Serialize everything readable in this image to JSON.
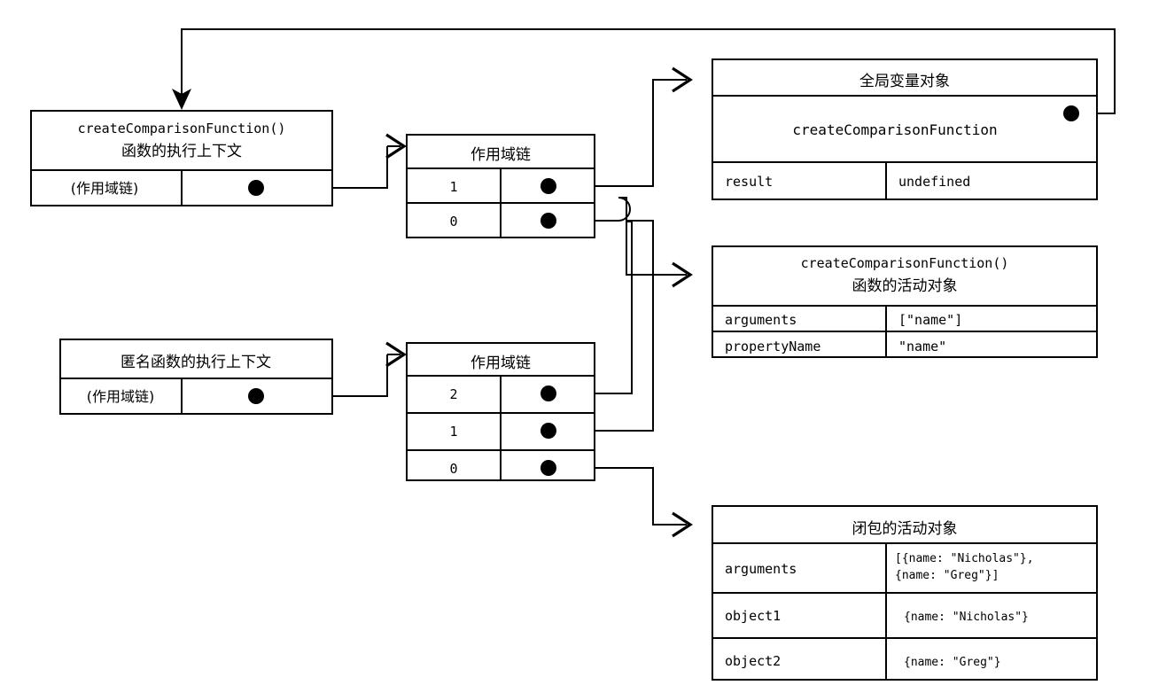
{
  "diagram": {
    "title": "JavaScript closure scope chain diagram",
    "language": "zh-CN",
    "colors": {
      "stroke": "#000000",
      "fill": "#ffffff",
      "text": "#000000"
    }
  },
  "boxes": {
    "outer_context": {
      "header_line1": "createComparisonFunction()",
      "header_line2": "函数的执行上下文",
      "row_label": "(作用域链)",
      "row_value_icon": "pointer-dot"
    },
    "outer_scope_chain": {
      "header": "作用域链",
      "rows": [
        {
          "index": "1",
          "value_icon": "pointer-dot"
        },
        {
          "index": "0",
          "value_icon": "pointer-dot"
        }
      ]
    },
    "anonymous_context": {
      "header": "匿名函数的执行上下文",
      "row_label": "(作用域链)",
      "row_value_icon": "pointer-dot"
    },
    "anonymous_scope_chain": {
      "header": "作用域链",
      "rows": [
        {
          "index": "2",
          "value_icon": "pointer-dot"
        },
        {
          "index": "1",
          "value_icon": "pointer-dot"
        },
        {
          "index": "0",
          "value_icon": "pointer-dot"
        }
      ]
    },
    "global_variable_object": {
      "header": "全局变量对象",
      "fn_row": {
        "name": "createComparisonFunction",
        "value_icon": "pointer-dot"
      },
      "rows": [
        {
          "key": "result",
          "value": "undefined"
        }
      ]
    },
    "activation_object": {
      "header_line1": "createComparisonFunction()",
      "header_line2": "函数的活动对象",
      "rows": [
        {
          "key": "arguments",
          "value": "[\"name\"]"
        },
        {
          "key": "propertyName",
          "value": "\"name\""
        }
      ]
    },
    "closure_activation_object": {
      "header": "闭包的活动对象",
      "rows": [
        {
          "key": "arguments",
          "value_line1": "[{name: \"Nicholas\"},",
          "value_line2": " {name: \"Greg\"}]"
        },
        {
          "key": "object1",
          "value": "{name: \"Nicholas\"}"
        },
        {
          "key": "object2",
          "value": "{name: \"Greg\"}"
        }
      ]
    }
  },
  "connectors": [
    {
      "name": "global-fn-to-outer-context",
      "from": "global_variable_object.fn_row",
      "to": "outer_context.top",
      "style": "feedback-loop-top"
    },
    {
      "name": "outer-context-to-outer-scope-chain",
      "from": "outer_context.row_value",
      "to": "outer_scope_chain",
      "style": "elbow-arrow"
    },
    {
      "name": "outer-chain-1-to-global",
      "from": "outer_scope_chain.rows.0",
      "to": "global_variable_object",
      "style": "elbow-arrow"
    },
    {
      "name": "outer-chain-0-to-activation",
      "from": "outer_scope_chain.rows.1",
      "to": "activation_object",
      "style": "elbow-arrow-with-hop"
    },
    {
      "name": "anon-context-to-anon-scope-chain",
      "from": "anonymous_context.row_value",
      "to": "anonymous_scope_chain",
      "style": "elbow-arrow"
    },
    {
      "name": "anon-chain-2-to-global",
      "from": "anonymous_scope_chain.rows.0",
      "to": "global_variable_object",
      "style": "elbow-merge"
    },
    {
      "name": "anon-chain-1-to-activation",
      "from": "anonymous_scope_chain.rows.1",
      "to": "activation_object",
      "style": "elbow-merge"
    },
    {
      "name": "anon-chain-0-to-closure",
      "from": "anonymous_scope_chain.rows.2",
      "to": "closure_activation_object",
      "style": "elbow-arrow"
    }
  ]
}
